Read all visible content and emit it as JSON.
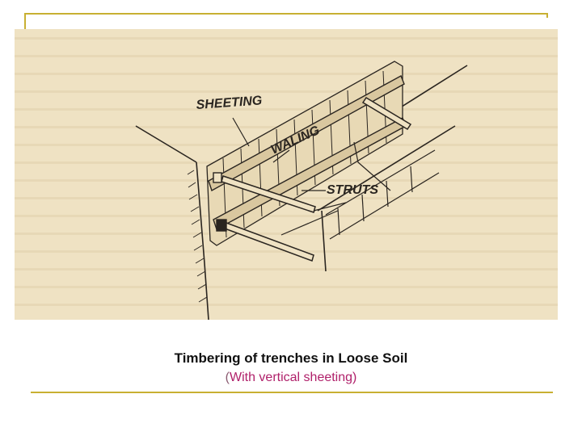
{
  "diagram": {
    "labels": {
      "sheeting": "SHEETING",
      "waling": "WALING",
      "struts": "STRUTS"
    }
  },
  "caption": {
    "title": "Timbering of trenches in Loose Soil",
    "subtitle_open": "(",
    "subtitle_text": "With vertical sheeting",
    "subtitle_close": ")"
  },
  "colors": {
    "rule": "#c8b032",
    "paper": "#efe2c3",
    "ink": "#2a2520",
    "subtitle": "#b0206a"
  }
}
